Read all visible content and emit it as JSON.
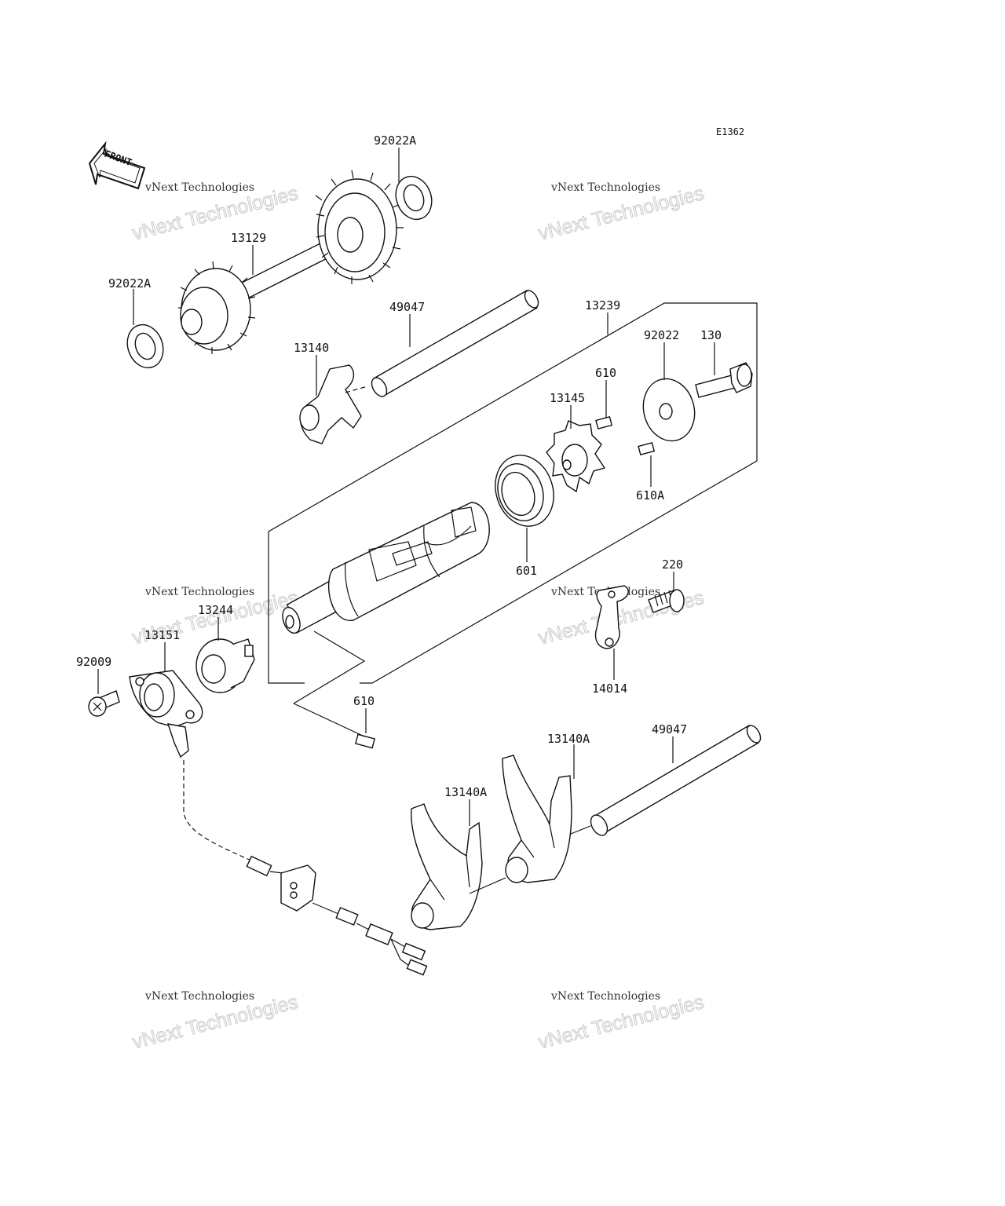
{
  "diagram_code": "E1362",
  "front_label": "FRONT",
  "watermark": {
    "line1": "vNext Technologies",
    "line2": "vNext Technologies"
  },
  "callouts": [
    {
      "id": "c-92022A-top",
      "text": "92022A"
    },
    {
      "id": "c-13129",
      "text": "13129"
    },
    {
      "id": "c-92022A-left",
      "text": "92022A"
    },
    {
      "id": "c-49047-top",
      "text": "49047"
    },
    {
      "id": "c-13239",
      "text": "13239"
    },
    {
      "id": "c-13140",
      "text": "13140"
    },
    {
      "id": "c-92022",
      "text": "92022"
    },
    {
      "id": "c-130",
      "text": "130"
    },
    {
      "id": "c-610-top",
      "text": "610"
    },
    {
      "id": "c-13145",
      "text": "13145"
    },
    {
      "id": "c-610A",
      "text": "610A"
    },
    {
      "id": "c-601",
      "text": "601"
    },
    {
      "id": "c-220",
      "text": "220"
    },
    {
      "id": "c-13244",
      "text": "13244"
    },
    {
      "id": "c-13151",
      "text": "13151"
    },
    {
      "id": "c-92009",
      "text": "92009"
    },
    {
      "id": "c-14014",
      "text": "14014"
    },
    {
      "id": "c-610-bottom",
      "text": "610"
    },
    {
      "id": "c-13140A-right",
      "text": "13140A"
    },
    {
      "id": "c-49047-bottom",
      "text": "49047"
    },
    {
      "id": "c-13140A-left",
      "text": "13140A"
    }
  ]
}
